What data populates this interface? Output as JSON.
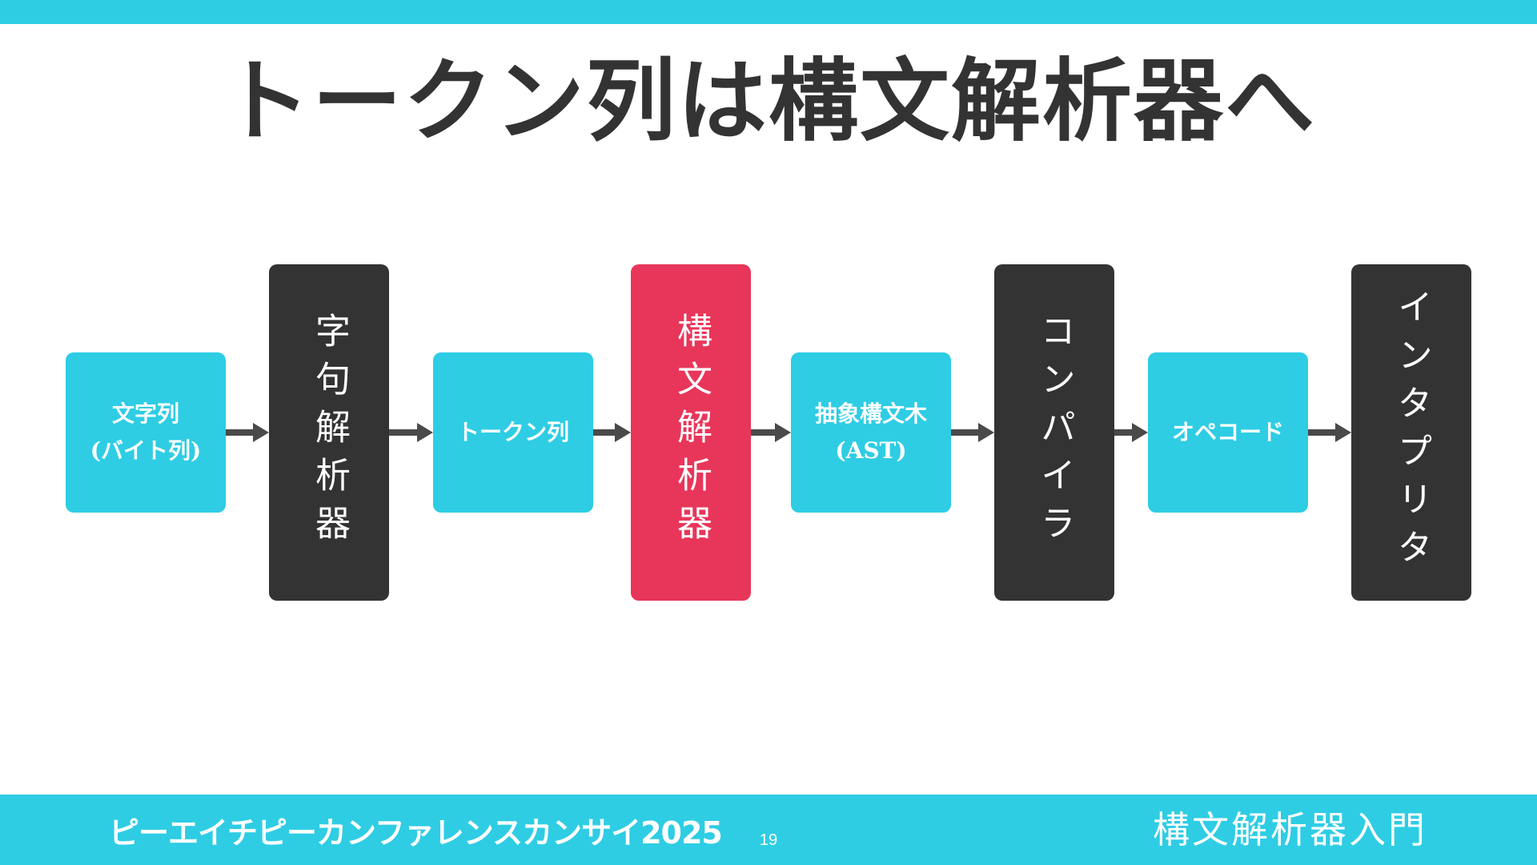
{
  "slide": {
    "title": "トークン列は構文解析器へ",
    "page_number": "19"
  },
  "footer": {
    "conference": "ピーエイチピーカンファレンスカンサイ2025",
    "subject": "構文解析器入門"
  },
  "diagram": {
    "nodes": [
      {
        "id": "byte-seq",
        "kind": "data",
        "label": "文字列\n(バイト列)"
      },
      {
        "id": "lexer",
        "kind": "processor",
        "label": "字句解析器"
      },
      {
        "id": "token-seq",
        "kind": "data",
        "label": "トークン列"
      },
      {
        "id": "parser",
        "kind": "processor",
        "highlighted": true,
        "label": "構文解析器"
      },
      {
        "id": "ast",
        "kind": "data",
        "label": "抽象構文木\n(AST)"
      },
      {
        "id": "compiler",
        "kind": "processor",
        "label": "コンパイラ"
      },
      {
        "id": "opcode",
        "kind": "data",
        "label": "オペコード"
      },
      {
        "id": "interpreter",
        "kind": "processor",
        "label": "インタプリタ"
      }
    ],
    "edges": [
      [
        "byte-seq",
        "lexer"
      ],
      [
        "lexer",
        "token-seq"
      ],
      [
        "token-seq",
        "parser"
      ],
      [
        "parser",
        "ast"
      ],
      [
        "ast",
        "compiler"
      ],
      [
        "compiler",
        "opcode"
      ],
      [
        "opcode",
        "interpreter"
      ]
    ]
  },
  "colors": {
    "accent": "#2ecde4",
    "highlight": "#e8365a",
    "dark": "#333333",
    "arrow": "#4a4a4a"
  }
}
